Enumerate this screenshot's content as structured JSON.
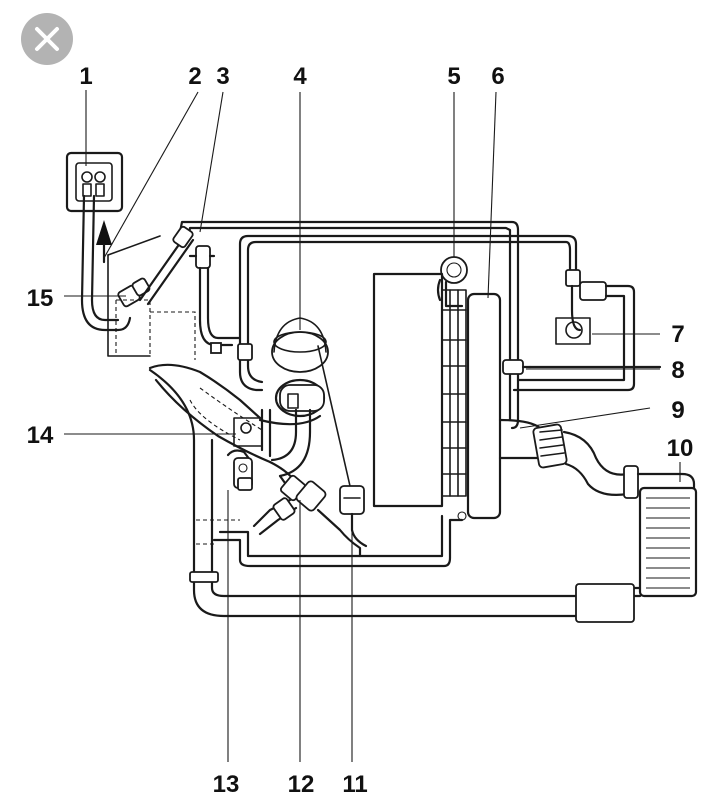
{
  "labels": {
    "l1": "1",
    "l2": "2",
    "l3": "3",
    "l4": "4",
    "l5": "5",
    "l6": "6",
    "l7": "7",
    "l8": "8",
    "l9": "9",
    "l10": "10",
    "l11": "11",
    "l12": "12",
    "l13": "13",
    "l14": "14",
    "l15": "15"
  },
  "icons": {
    "close": "close-icon"
  },
  "colors": {
    "line": "#1a1a1a",
    "background": "#ffffff",
    "close_button": "#b3b3b3"
  }
}
